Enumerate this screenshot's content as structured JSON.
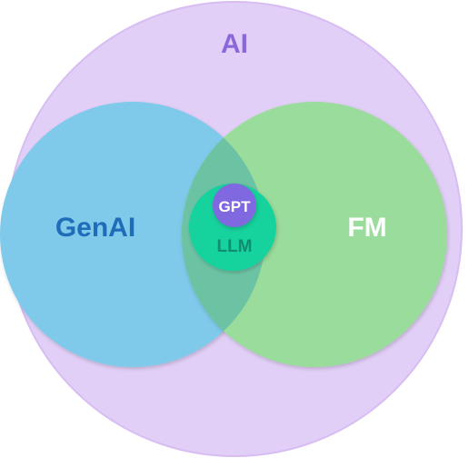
{
  "diagram": {
    "outer": {
      "label": "AI",
      "fill": "#E2CFF7",
      "stroke": "#D7BDF2",
      "text_color": "#8B68D8"
    },
    "left": {
      "label": "GenAI",
      "fill": "#7FC9EA",
      "text_color": "#1F6CB8"
    },
    "right": {
      "label": "FM",
      "fill": "#9ADC9C",
      "text_color": "#FFFFFF"
    },
    "intersection": {
      "fill": "#6CC3A4"
    },
    "llm": {
      "label": "LLM",
      "fill": "#17D29C",
      "text_color": "#0E8E6E"
    },
    "gpt": {
      "label": "GPT",
      "fill": "#8068E0",
      "text_color": "#FFFFFF"
    }
  }
}
